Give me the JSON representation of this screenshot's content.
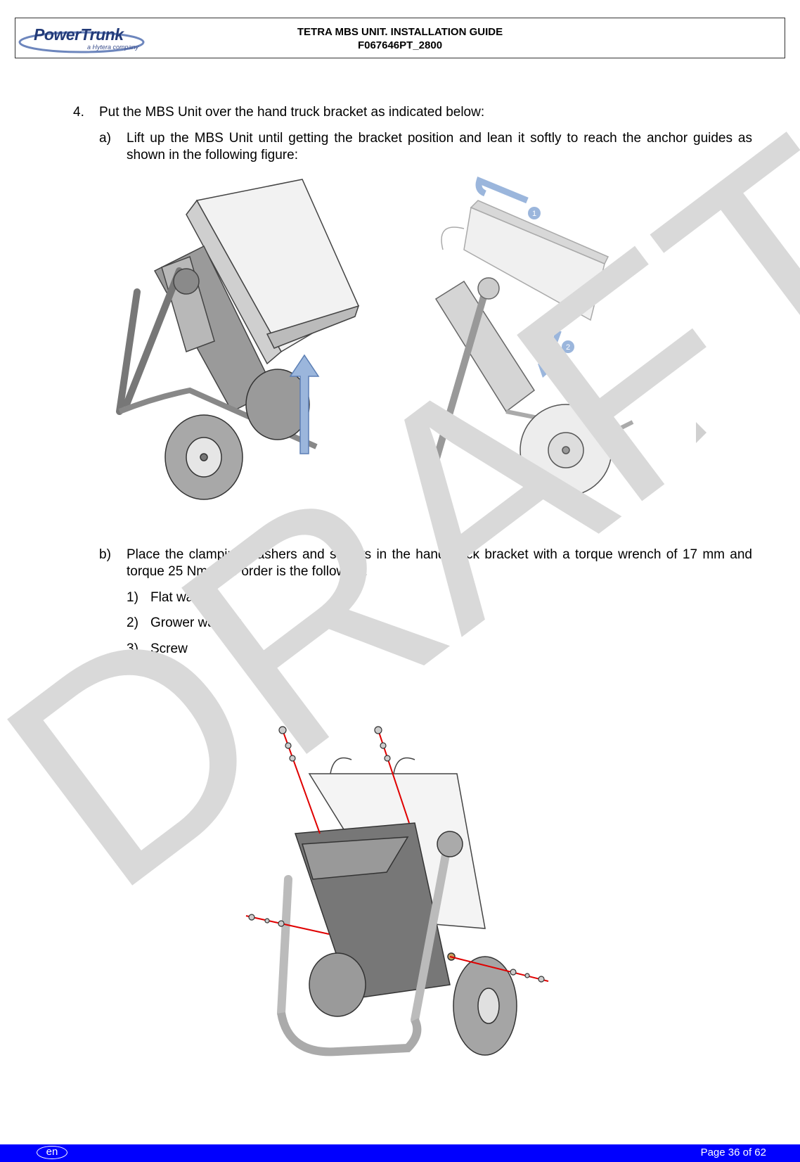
{
  "header": {
    "logo_text": "PowerTrunk",
    "logo_sub": "a Hytera company",
    "title": "TETRA MBS UNIT. INSTALLATION GUIDE",
    "doc_id": "F067646PT_2800"
  },
  "step4": {
    "number": "4.",
    "text": "Put the MBS Unit over the hand truck bracket as indicated below:",
    "a_label": "a)",
    "a_text": "Lift up the MBS Unit until getting the bracket position and lean it softly to reach the anchor guides as shown in the following figure:",
    "b_label": "b)",
    "b_text": "Place the clamping washers and screws in the hand truck bracket with a torque wrench of 17 mm and torque 25 Nm. The order is the following:",
    "list": [
      {
        "num": "1)",
        "text": "Flat washer"
      },
      {
        "num": "2)",
        "text": "Grower washer"
      },
      {
        "num": "3)",
        "text": "Screw"
      }
    ]
  },
  "figure": {
    "callout_1": "1",
    "callout_2": "2"
  },
  "watermark": "DRAFT",
  "footer": {
    "lang": "en",
    "page": "Page 36 of 62"
  },
  "colors": {
    "footer_bg": "#0000ff",
    "logo_blue": "#223a78",
    "watermark_gray": "#d9d9d9",
    "arrow_blue": "#9bb6dc",
    "screw_line_red": "#e00000"
  }
}
